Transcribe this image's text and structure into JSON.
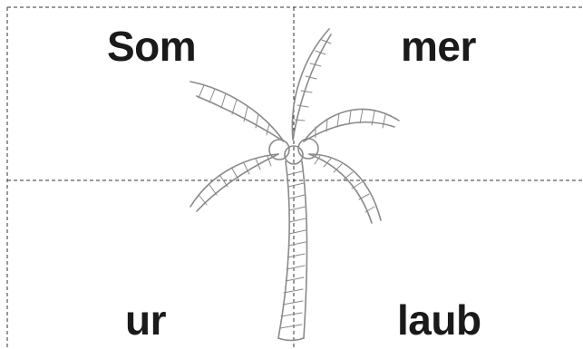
{
  "worksheet": {
    "syllables": {
      "top_left": "Som",
      "top_right": "mer",
      "bottom_left": "ur",
      "bottom_right": "laub"
    },
    "illustration": "palm-tree-icon",
    "colors": {
      "text": "#1a1a1a",
      "cut_line": "#333333",
      "drawing_stroke": "#8a8a8a"
    }
  }
}
